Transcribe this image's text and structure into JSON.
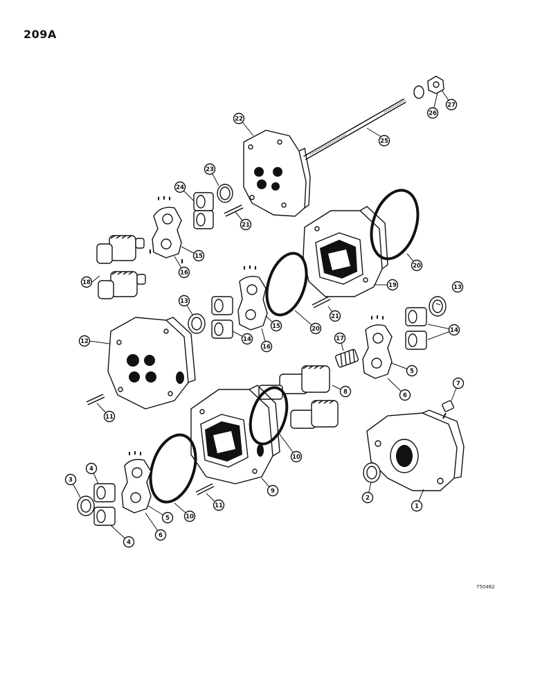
{
  "page": {
    "number": "209A",
    "drawing_code": "750462"
  },
  "callouts": [
    "1",
    "2",
    "3",
    "4",
    "4",
    "5",
    "5",
    "6",
    "6",
    "7",
    "8",
    "9",
    "10",
    "10",
    "11",
    "11",
    "12",
    "13",
    "13",
    "14",
    "14",
    "15",
    "15",
    "16",
    "16",
    "17",
    "18",
    "19",
    "20",
    "20",
    "21",
    "21",
    "22",
    "23",
    "24",
    "25",
    "26",
    "27"
  ],
  "colors": {
    "ink": "#111111",
    "paper": "#ffffff"
  }
}
